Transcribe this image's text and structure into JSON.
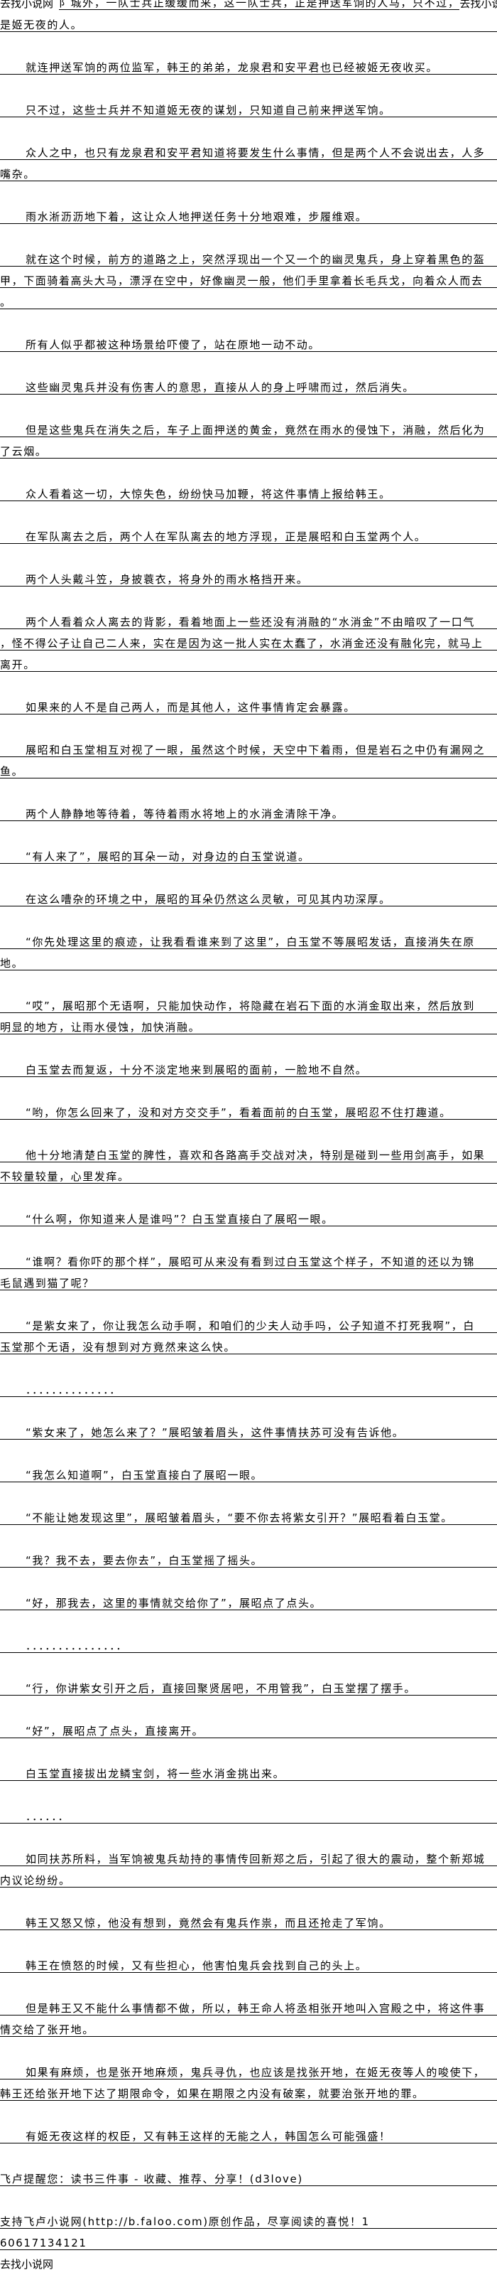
{
  "header": {
    "site_name_left": "去找小说网",
    "first_line": "阝城外，一队士兵正缓缓而来，这一队士兵，正是押送军饷的人马，只不过，",
    "site_name_right": "去找小说网",
    "second_line": "是姬无夜的人。"
  },
  "paragraphs": [
    {
      "lines": [
        "就连押送军饷的两位监军，韩王的弟弟，龙泉君和安平君也已经被姬无夜收买。"
      ]
    },
    {
      "lines": [
        "只不过，这些士兵并不知道姬无夜的谋划，只知道自己前来押送军饷。"
      ]
    },
    {
      "lines": [
        "众人之中，也只有龙泉君和安平君知道将要发生什么事情，但是两个人不会说出去，人多",
        "嘴杂。"
      ]
    },
    {
      "lines": [
        "雨水淅沥沥地下着，这让众人地押送任务十分地艰难，步履维艰。"
      ]
    },
    {
      "lines": [
        "就在这个时候，前方的道路之上，突然浮现出一个又一个的幽灵鬼兵，身上穿着黑色的盔",
        "甲，下面骑着高头大马，漂浮在空中，好像幽灵一般，他们手里拿着长毛兵戈，向着众人而去",
        "。"
      ]
    },
    {
      "lines": [
        "所有人似乎都被这种场景给吓傻了，站在原地一动不动。"
      ]
    },
    {
      "lines": [
        "这些幽灵鬼兵并没有伤害人的意思，直接从人的身上呼啸而过，然后消失。"
      ]
    },
    {
      "lines": [
        "但是这些鬼兵在消失之后，车子上面押送的黄金，竟然在雨水的侵蚀下，消融，然后化为",
        "了云烟。"
      ]
    },
    {
      "lines": [
        "众人看着这一切，大惊失色，纷纷快马加鞭，将这件事情上报给韩王。"
      ]
    },
    {
      "lines": [
        "在军队离去之后，两个人在军队离去的地方浮现，正是展昭和白玉堂两个人。"
      ]
    },
    {
      "lines": [
        "两个人头戴斗笠，身披蓑衣，将身外的雨水格挡开来。"
      ]
    },
    {
      "lines": [
        "两个人看着众人离去的背影，看着地面上一些还没有消融的“水消金”不由暗叹了一口气",
        "，怪不得公子让自己二人来，实在是因为这一批人实在太蠢了，水消金还没有融化完，就马上",
        "离开。"
      ]
    },
    {
      "lines": [
        "如果来的人不是自己两人，而是其他人，这件事情肯定会暴露。"
      ]
    },
    {
      "lines": [
        "展昭和白玉堂相互对视了一眼，虽然这个时候，天空中下着雨，但是岩石之中仍有漏网之",
        "鱼。"
      ]
    },
    {
      "lines": [
        "两个人静静地等待着，等待着雨水将地上的水消金清除干净。"
      ]
    },
    {
      "lines": [
        "“有人来了”，展昭的耳朵一动，对身边的白玉堂说道。"
      ]
    },
    {
      "lines": [
        "在这么嘈杂的环境之中，展昭的耳朵仍然这么灵敏，可见其内功深厚。"
      ]
    },
    {
      "lines": [
        "“你先处理这里的痕迹，让我看看谁来到了这里”，白玉堂不等展昭发话，直接消失在原",
        "地。"
      ]
    },
    {
      "lines": [
        "“哎”，展昭那个无语啊，只能加快动作，将隐藏在岩石下面的水消金取出来，然后放到",
        "明显的地方，让雨水侵蚀，加快消融。"
      ]
    },
    {
      "lines": [
        "白玉堂去而复返，十分不淡定地来到展昭的面前，一脸地不自然。"
      ]
    },
    {
      "lines": [
        "“哟，你怎么回来了，没和对方交交手”，看着面前的白玉堂，展昭忍不住打趣道。"
      ]
    },
    {
      "lines": [
        "他十分地清楚白玉堂的脾性，喜欢和各路高手交战对决，特别是碰到一些用剑高手，如果",
        "不较量较量，心里发痒。"
      ]
    },
    {
      "lines": [
        "“什么啊，你知道来人是谁吗”？白玉堂直接白了展昭一眼。"
      ]
    },
    {
      "lines": [
        "“谁啊？看你吓的那个样”，展昭可从来没有看到过白玉堂这个样子，不知道的还以为锦",
        "毛鼠遇到猫了呢？"
      ]
    },
    {
      "lines": [
        "“是紫女来了，你让我怎么动手啊，和咱们的少夫人动手吗，公子知道不打死我啊”，白",
        "玉堂那个无语，没有想到对方竟然来这么快。"
      ]
    },
    {
      "lines": [
        "．．．．．．．．．．．．．．"
      ]
    },
    {
      "lines": [
        "“紫女来了，她怎么来了？”展昭皱着眉头，这件事情扶苏可没有告诉他。"
      ]
    },
    {
      "lines": [
        "“我怎么知道啊”，白玉堂直接白了展昭一眼。"
      ]
    },
    {
      "lines": [
        "“不能让她发现这里”，展昭皱着眉头，“要不你去将紫女引开？”展昭看着白玉堂。"
      ]
    },
    {
      "lines": [
        "“我？我不去，要去你去”，白玉堂摇了摇头。"
      ]
    },
    {
      "lines": [
        "“好，那我去，这里的事情就交给你了”，展昭点了点头。"
      ]
    },
    {
      "lines": [
        "．．．．．．．．．．．．．．．"
      ]
    },
    {
      "lines": [
        "“行，你讲紫女引开之后，直接回聚贤居吧，不用管我”，白玉堂摆了摆手。"
      ]
    },
    {
      "lines": [
        "“好”，展昭点了点头，直接离开。"
      ]
    },
    {
      "lines": [
        "白玉堂直接拔出龙鳞宝剑，将一些水消金挑出来。"
      ]
    },
    {
      "lines": [
        "．．．．．．"
      ]
    },
    {
      "lines": [
        "如同扶苏所料，当军饷被鬼兵劫持的事情传回新郑之后，引起了很大的震动，整个新郑城",
        "内议论纷纷。"
      ]
    },
    {
      "lines": [
        "韩王又怒又惊，他没有想到，竟然会有鬼兵作祟，而且还抢走了军饷。"
      ]
    },
    {
      "lines": [
        "韩王在愤怒的时候，又有些担心，他害怕鬼兵会找到自己的头上。"
      ]
    },
    {
      "lines": [
        "但是韩王又不能什么事情都不做，所以，韩王命人将丞相张开地叫入宫殿之中，将这件事",
        "情交给了张开地。"
      ]
    },
    {
      "lines": [
        "如果有麻烦，也是张开地麻烦，鬼兵寻仇，也应该是找张开地，在姬无夜等人的唆使下，",
        "韩王还给张开地下达了期限命令，如果在期限之内没有破案，就要治张开地的罪。"
      ]
    },
    {
      "lines": [
        "有姬无夜这样的权臣，又有韩王这样的无能之人，韩国怎么可能强盛！"
      ]
    }
  ],
  "footer": {
    "reminder": "飞卢提醒您：读书三件事 - 收藏、推荐、分享！(d3love)",
    "support_line": "支持飞卢小说网(http://b.faloo.com)原创作品，尽享阅读的喜悦！1",
    "support_line_cont": "60617134121",
    "site_name": "去找小说网"
  }
}
